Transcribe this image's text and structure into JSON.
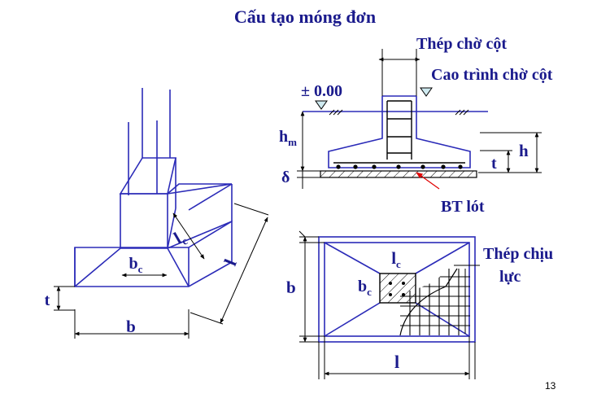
{
  "slide": {
    "title": "Cấu tạo móng đơn",
    "page_number": "13",
    "colors": {
      "text": "#1a1a8c",
      "lines": "#2b2bb8",
      "dims": "#000000",
      "hatch_arrow": "#e00000"
    }
  },
  "iso_view": {
    "label_t": "t",
    "label_b": "b",
    "label_bc": "b",
    "label_bc_sub": "c",
    "label_lc": "l",
    "label_lc_sub": "c",
    "label_l": "l"
  },
  "section_view": {
    "label_rebar_col": "Thép chờ cột",
    "label_elev_col": "Cao trình chờ cột",
    "label_zero": "± 0.00",
    "label_hm": "h",
    "label_hm_sub": "m",
    "label_delta": "δ",
    "label_h": "h",
    "label_t": "t",
    "label_lean": "BT lót"
  },
  "plan_view": {
    "label_lc": "l",
    "label_lc_sub": "c",
    "label_bc": "b",
    "label_bc_sub": "c",
    "label_b": "b",
    "label_l": "l",
    "label_rebar1": "Thép chịu",
    "label_rebar2": "lực"
  }
}
